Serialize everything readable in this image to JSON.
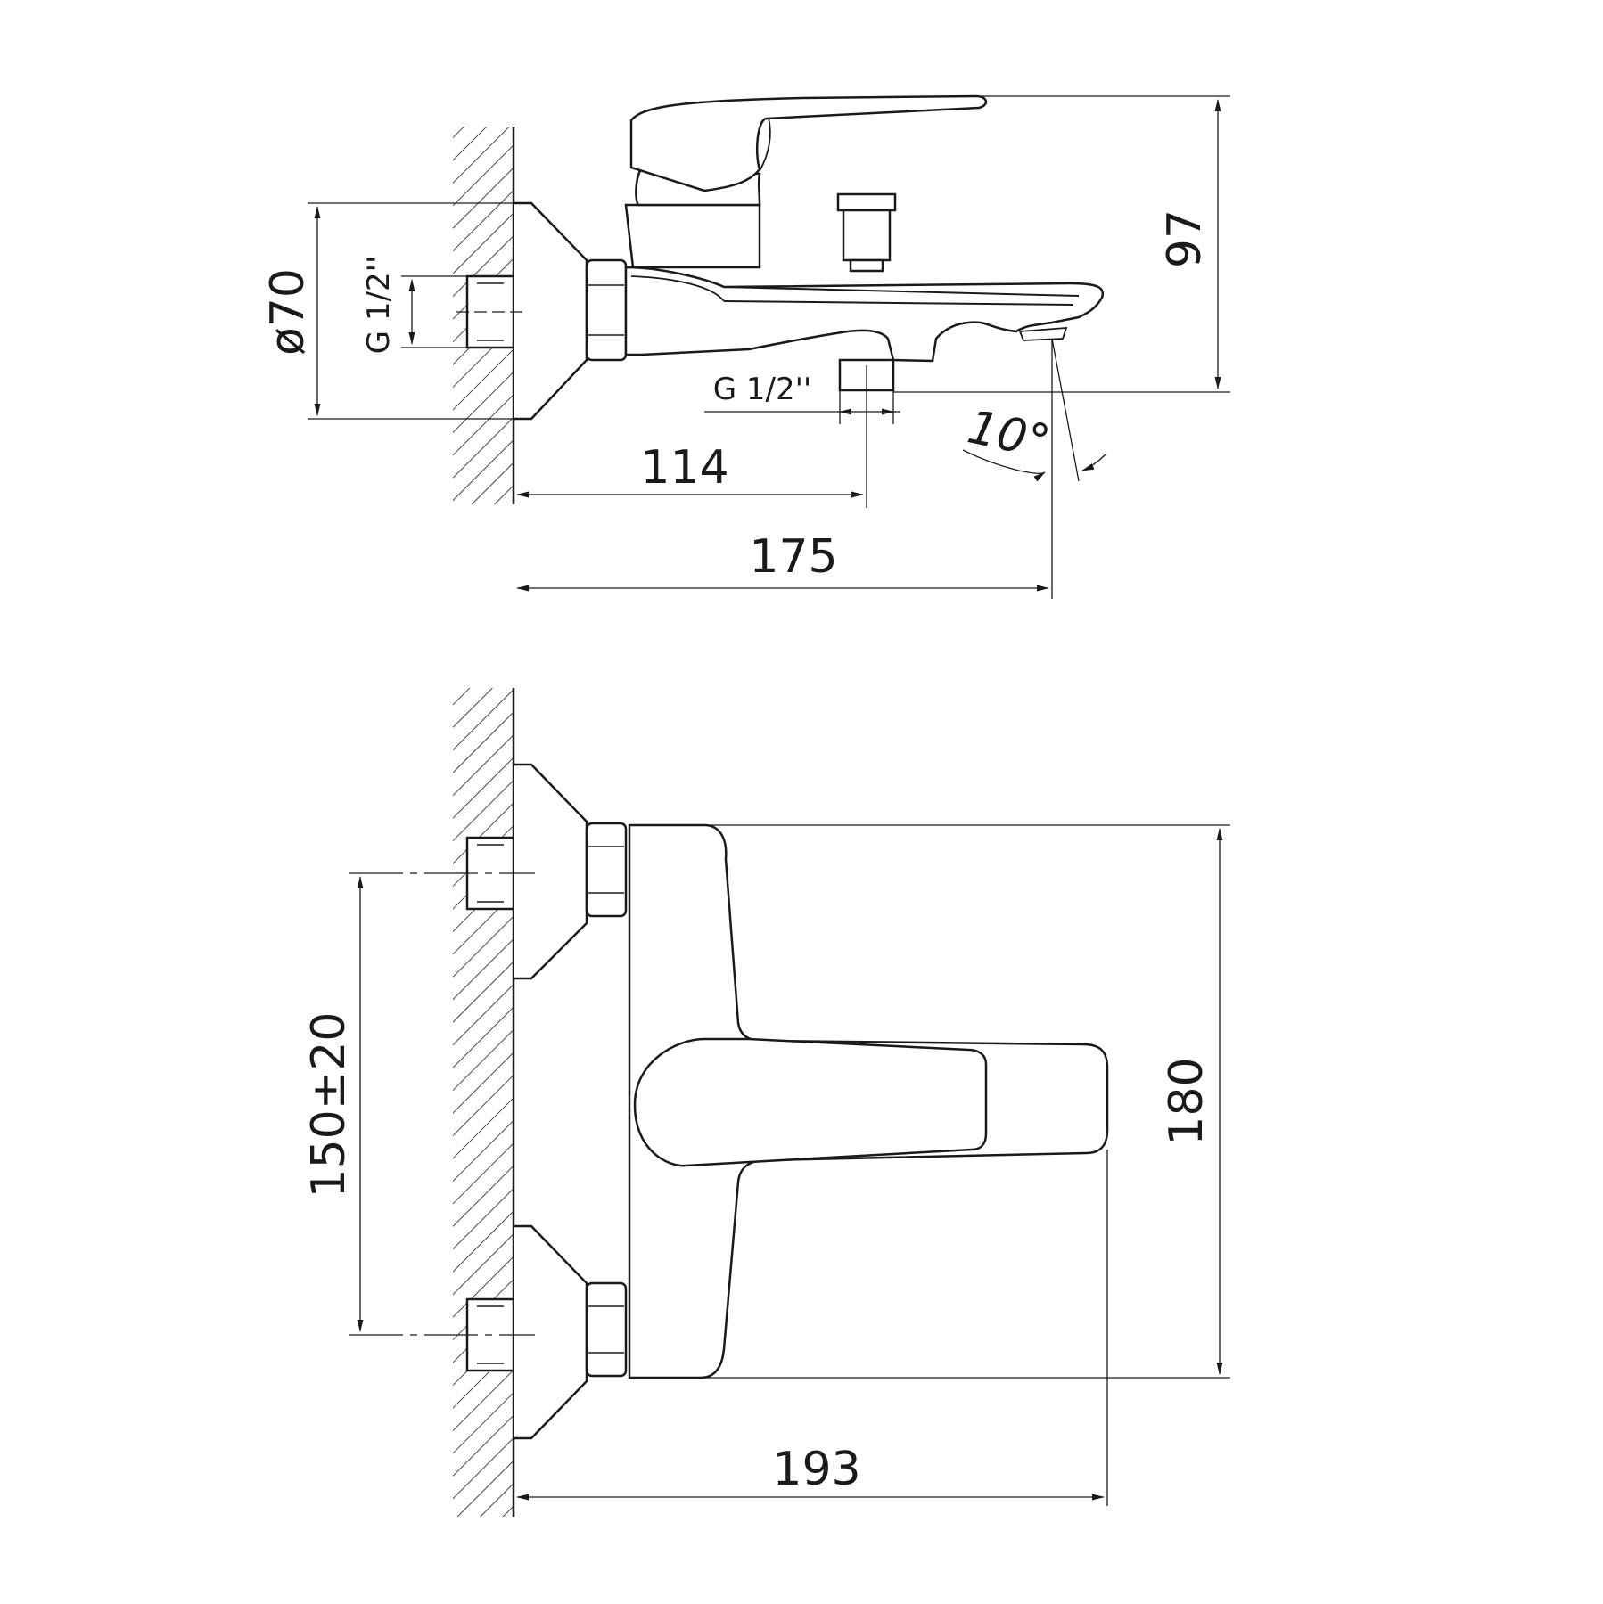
{
  "side_view": {
    "diameter_label": "ø70",
    "thread_label_vertical": "G 1/2''",
    "thread_label_outlet": "G 1/2''",
    "angle_label": "10°",
    "dim_outlet": "114",
    "dim_overall": "175",
    "dim_height": "97"
  },
  "front_view": {
    "dim_spacing": "150±20",
    "dim_height": "180",
    "dim_length": "193"
  },
  "colors": {
    "line": "#1a1a1a",
    "background": "#ffffff"
  }
}
